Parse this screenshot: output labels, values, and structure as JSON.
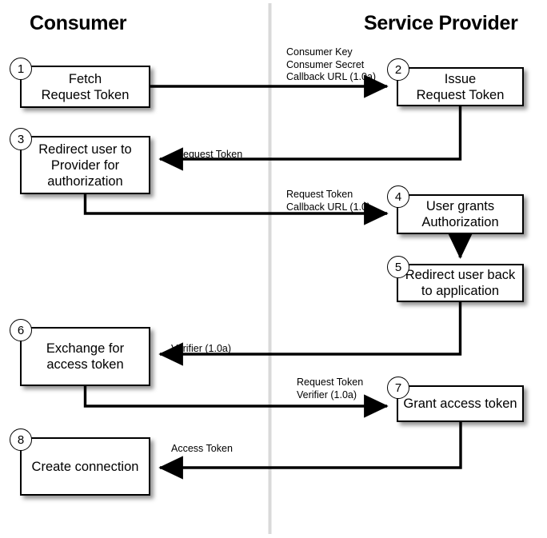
{
  "diagram": {
    "title_consumer": "Consumer",
    "title_provider": "Service Provider",
    "divider_color": "#d9d9d9",
    "line_color": "#000000",
    "box_fill": "#ffffff",
    "box_stroke": "#000000"
  },
  "columns": {
    "left": "Consumer",
    "right": "Service Provider"
  },
  "steps": [
    {
      "number": "1",
      "label": "Fetch\nRequest Token",
      "side": "consumer"
    },
    {
      "number": "2",
      "label": "Issue\nRequest Token",
      "side": "provider"
    },
    {
      "number": "3",
      "label": "Redirect user to\nProvider for\nauthorization",
      "side": "consumer"
    },
    {
      "number": "4",
      "label": "User grants\nAuthorization",
      "side": "provider"
    },
    {
      "number": "5",
      "label": "Redirect user back\nto application",
      "side": "provider"
    },
    {
      "number": "6",
      "label": "Exchange for\naccess token",
      "side": "consumer"
    },
    {
      "number": "7",
      "label": "Grant access token",
      "side": "provider"
    },
    {
      "number": "8",
      "label": "Create connection",
      "side": "consumer"
    }
  ],
  "edge_labels": [
    {
      "id": "edge-1-2",
      "text": "Consumer Key\nConsumer Secret\nCallback URL (1.0a)",
      "from": "1",
      "to": "2"
    },
    {
      "id": "edge-2-3",
      "text": "Request Token",
      "from": "2",
      "to": "3"
    },
    {
      "id": "edge-3-4",
      "text": "Request Token\nCallback URL (1.0)",
      "from": "3",
      "to": "4"
    },
    {
      "id": "edge-5-6",
      "text": "Verifier (1.0a)",
      "from": "5",
      "to": "6"
    },
    {
      "id": "edge-6-7",
      "text": "Request Token\nVerifier (1.0a)",
      "from": "6",
      "to": "7"
    },
    {
      "id": "edge-7-8",
      "text": "Access Token",
      "from": "7",
      "to": "8"
    }
  ]
}
